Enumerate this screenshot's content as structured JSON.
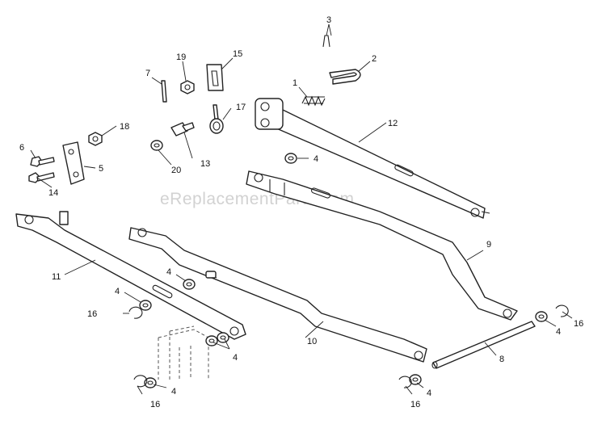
{
  "watermark": "eReplacementParts.com",
  "callouts": {
    "p1": "1",
    "p2": "2",
    "p3": "3",
    "p4": "4",
    "p5": "5",
    "p6": "6",
    "p7": "7",
    "p8": "8",
    "p9": "9",
    "p10": "10",
    "p11": "11",
    "p12": "12",
    "p13": "13",
    "p14": "14",
    "p15": "15",
    "p16": "16",
    "p17": "17",
    "p18": "18",
    "p19": "19",
    "p20": "20"
  }
}
